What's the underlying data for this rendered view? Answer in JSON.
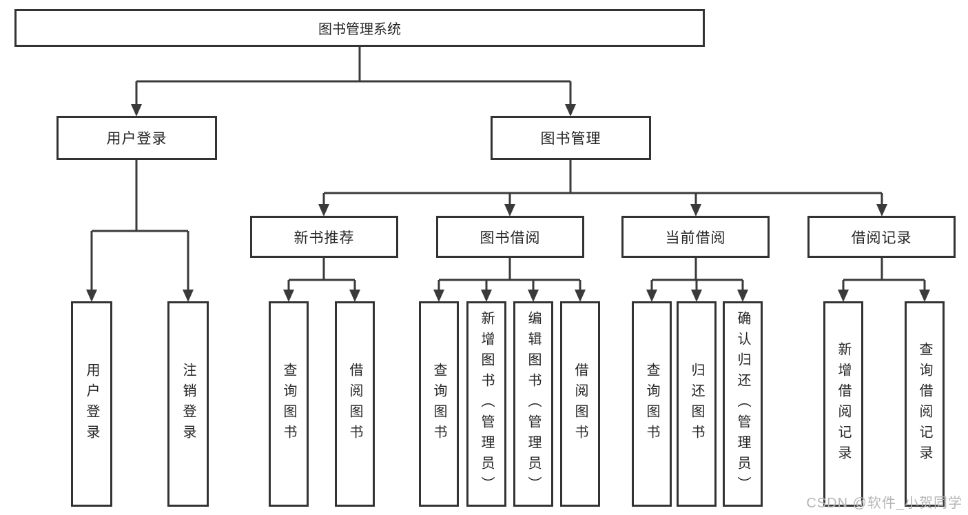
{
  "diagram": {
    "root": {
      "label": "图书管理系统"
    },
    "level2": [
      {
        "label": "用户登录"
      },
      {
        "label": "图书管理"
      }
    ],
    "level3": [
      {
        "label": "新书推荐"
      },
      {
        "label": "图书借阅"
      },
      {
        "label": "当前借阅"
      },
      {
        "label": "借阅记录"
      }
    ],
    "leaves": {
      "user_login": [
        {
          "label": "用户登录"
        },
        {
          "label": "注销登录"
        }
      ],
      "new_book": [
        {
          "label": "查询图书"
        },
        {
          "label": "借阅图书"
        }
      ],
      "book_borrow": [
        {
          "label": "查询图书"
        },
        {
          "label": "新增图书（管理员）"
        },
        {
          "label": "编辑图书（管理员）"
        },
        {
          "label": "借阅图书"
        }
      ],
      "current_borrow": [
        {
          "label": "查询图书"
        },
        {
          "label": "归还图书"
        },
        {
          "label": "确认归还（管理员）"
        }
      ],
      "borrow_records": [
        {
          "label": "新增借阅记录"
        },
        {
          "label": "查询借阅记录"
        }
      ]
    }
  },
  "watermark": {
    "text": "CSDN @软件_小贺同学"
  },
  "colors": {
    "line": "#3a3a3a",
    "border": "#333333",
    "text": "#262626",
    "watermark": "#b5b5b5",
    "background": "#ffffff"
  }
}
